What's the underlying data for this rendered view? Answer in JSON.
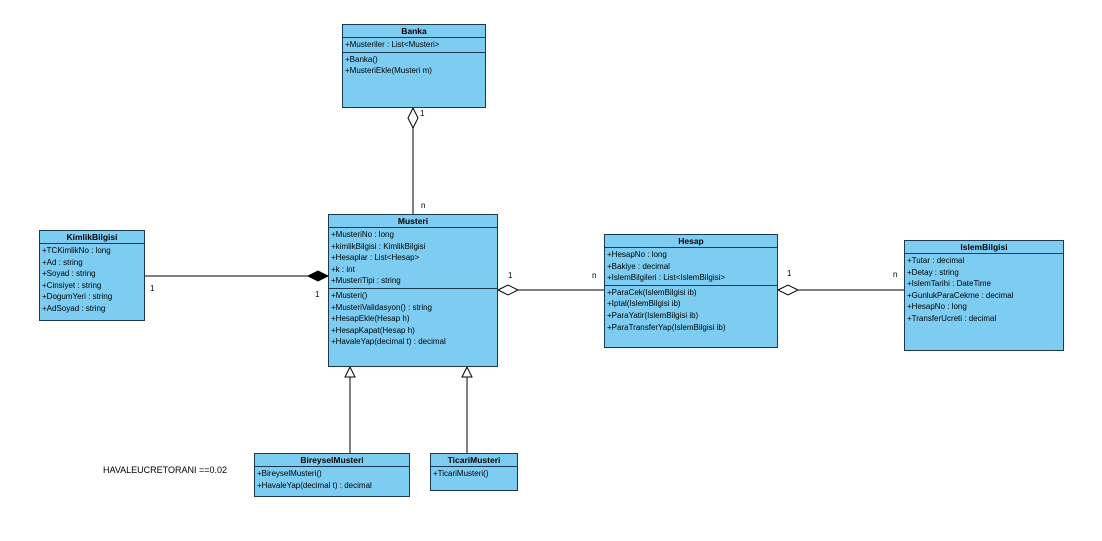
{
  "classes": {
    "banka": {
      "name": "Banka",
      "attributes": [
        "+Musteriler : List<Musteri>"
      ],
      "operations": [
        "+Banka()",
        "+MusteriEkle(Musteri m)"
      ]
    },
    "kimlik": {
      "name": "KimlikBilgisi",
      "attributes": [
        "+TCKimlikNo : long",
        "+Ad : string",
        "+Soyad : string",
        "+Cinsiyet : string",
        "+DogumYeri : string",
        "+AdSoyad : string"
      ],
      "operations": []
    },
    "musteri": {
      "name": "Musteri",
      "attributes": [
        "+MusteriNo : long",
        "+kimlikBilgisi : KimlikBilgisi",
        "+Hesaplar : List<Hesap>",
        "+k : int",
        "+MusteriTipi : string"
      ],
      "operations": [
        "+Musteri()",
        "+MusteriValidasyon() : string",
        "+HesapEkle(Hesap h)",
        "+HesapKapat(Hesap h)",
        "+HavaleYap(decimal t) : decimal"
      ]
    },
    "hesap": {
      "name": "Hesap",
      "attributes": [
        "+HesapNo : long",
        "+Bakiye : decimal",
        "+IslemBilgileri : List<IslemBilgisi>"
      ],
      "operations": [
        "+ParaCek(IslemBilgisi ib)",
        "+Iptal(IslemBilgisi ib)",
        "+ParaYatir(IslemBilgisi ib)",
        "+ParaTransferYap(IslemBilgisi ib)"
      ]
    },
    "islem": {
      "name": "IslemBilgisi",
      "attributes": [
        "+Tutar : decimal",
        "+Detay : string",
        "+IslemTarihi : DateTime",
        "+GunlukParaCekme : decimal",
        "+HesapNo : long",
        "+TransferUcreti : decimal"
      ],
      "operations": []
    },
    "bireysel": {
      "name": "BireyselMusteri",
      "attributes": [],
      "operations": [
        "+BireyselMusteri()",
        "+HavaleYap(decimal t) : decimal"
      ]
    },
    "ticari": {
      "name": "TicariMusteri",
      "attributes": [],
      "operations": [
        "+TicariMusteri()"
      ]
    }
  },
  "multiplicities": {
    "banka_side": "1",
    "musteri_top": "n",
    "kimlik_side": "1",
    "musteri_left": "1",
    "musteri_right": "1",
    "hesap_left": "n",
    "hesap_right": "1",
    "islem_left": "n"
  },
  "note": "HAVALEUCRETORANI ==0.02",
  "colors": {
    "class_fill": "#7dcdf3",
    "border": "#1b3a52",
    "line": "#000000"
  }
}
